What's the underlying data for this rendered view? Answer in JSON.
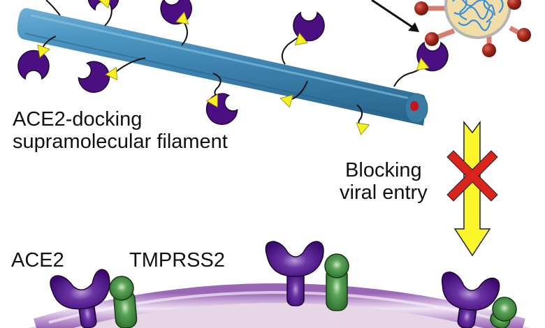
{
  "figure": {
    "labels": {
      "filament_line1": "ACE2-docking",
      "filament_line2": "supramolecular filament",
      "blocking_line1": "Blocking",
      "blocking_line2": "viral entry",
      "ace2": "ACE2",
      "tmprss2": "TMPRSS2"
    },
    "elements": {
      "filament": "supramolecular-filament",
      "docked_receptors": "ace2-decoy-receptors",
      "virus": "sars-cov-2-virion",
      "entry_arrow": "down-arrow",
      "block_mark": "red-x-mark",
      "cell": "host-cell-membrane"
    },
    "colors": {
      "filament": "#3f86b0",
      "filament_dark": "#2a6388",
      "receptor": "#4b0f82",
      "ligand": "#f5f01e",
      "virus_spike": "#9c1f14",
      "virus_core": "#f1dda8",
      "virus_rna": "#3a8fd6",
      "arrow": "#fbf629",
      "block": "#d8241c",
      "membrane": "#a879bf",
      "cytoplasm": "#e6d6e6",
      "tmprss2": "#3f8a3e"
    }
  }
}
